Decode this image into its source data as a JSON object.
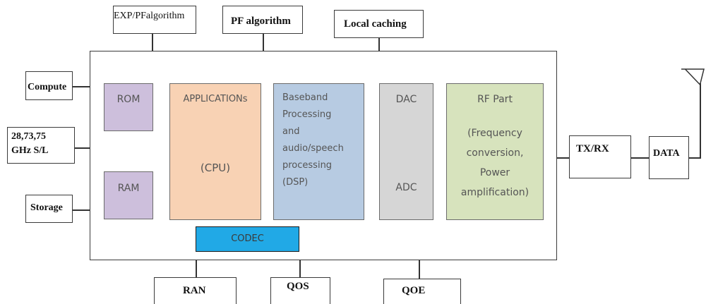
{
  "top_boxes": {
    "exp_pf": "EXP/PFalgorithm",
    "pf": "PF algorithm",
    "caching": "Local caching"
  },
  "left_boxes": {
    "compute": "Compute",
    "ghz_line1": "28,73,75",
    "ghz_line2": "GHz S/L",
    "storage": "Storage"
  },
  "blocks": {
    "rom": "ROM",
    "ram": "RAM",
    "applications_title": "APPLICATIONs",
    "applications_sub": "(CPU)",
    "baseband": [
      "Baseband",
      "Processing",
      "and",
      "audio/speech",
      "processing",
      "(DSP)"
    ],
    "dac": "DAC",
    "adc": "ADC",
    "rf_title": "RF Part",
    "rf_lines": [
      "(Frequency",
      "conversion,",
      "Power",
      "amplification)"
    ],
    "codec": "CODEC"
  },
  "right_boxes": {
    "txrx": "TX/RX",
    "data": "DATA"
  },
  "bottom_boxes": {
    "ran": "RAN",
    "qos": "QOS",
    "qoe": "QOE"
  },
  "colors": {
    "memory": "#cdbfdc",
    "applications": "#f8d2b4",
    "baseband": "#b7cbe2",
    "converter": "#d6d6d6",
    "rf": "#d7e3bd",
    "codec": "#21a9e6"
  }
}
